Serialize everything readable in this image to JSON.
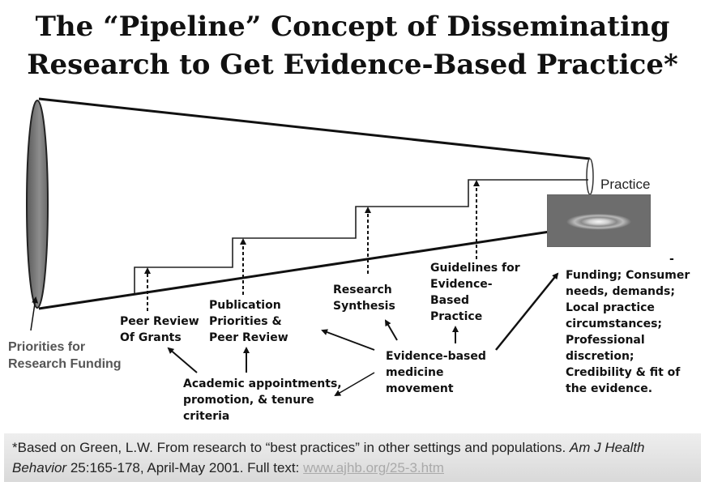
{
  "title": {
    "line1": "The “Pipeline” Concept of Disseminating",
    "line2": "Research to Get Evidence-Based Practice*"
  },
  "labels": {
    "practice": "Practice",
    "priorities": [
      "Priorities for",
      "Research Funding"
    ],
    "peer_review_grants": [
      "Peer Review",
      "Of Grants"
    ],
    "publication": [
      "Publication",
      "Priorities &",
      "Peer Review"
    ],
    "research_synthesis": [
      "Research",
      "Synthesis"
    ],
    "guidelines": [
      "Guidelines for",
      "Evidence-",
      "Based",
      "Practice"
    ],
    "funding": {
      "dash": "-",
      "lines": [
        "Funding; Consumer",
        "needs, demands;",
        " Local practice",
        "circumstances;",
        "Professional",
        "discretion;",
        "Credibility & fit of",
        "the evidence."
      ]
    },
    "ebm": [
      "Evidence-based",
      "medicine",
      "movement"
    ],
    "academic": [
      "Academic appointments,",
      "promotion, & tenure",
      "criteria"
    ]
  },
  "footer": {
    "line1_prefix": "*Based on Green, L.W. From research to “best practices” in other settings and populations.  ",
    "line1_italic": "Am J Health",
    "line2_italic": "Behavior",
    "line2_text": " 25:165-178, April-May 2001. Full text: ",
    "link": "www.ajhb.org/25-3.htm"
  }
}
